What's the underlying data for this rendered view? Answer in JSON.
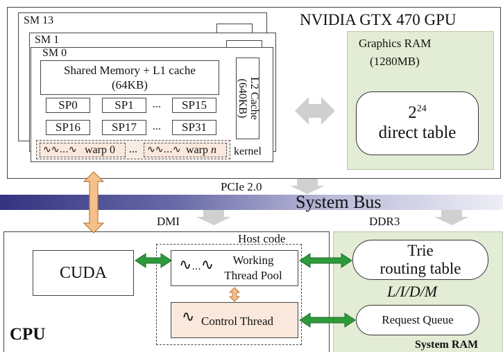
{
  "gpu": {
    "title": "NVIDIA GTX 470 GPU",
    "sm_back": "SM 13",
    "sm_mid": "SM 1",
    "sm_front": "SM 0",
    "shared_memory": "Shared Memory + L1 cache",
    "shared_memory_size": "(64KB)",
    "l2_cache": "L2 Cache",
    "l2_cache_size": "(640KB)",
    "sp_row1": [
      "SP0",
      "SP1",
      "...",
      "SP15"
    ],
    "sp_row2": [
      "SP16",
      "SP17",
      "...",
      "SP31"
    ],
    "warp0_label": "warp 0",
    "warpn_label": "warp",
    "warpn_suffix": "n",
    "warp_ellipsis": "...",
    "kernel_label": "kernel",
    "graphics_ram_title": "Graphics RAM",
    "graphics_ram_size": "(1280MB)",
    "direct_table_base": "2",
    "direct_table_exp": "24",
    "direct_table_label": "direct table"
  },
  "bus": {
    "system_bus": "System Bus",
    "pcie": "PCIe 2.0",
    "dmi": "DMI",
    "ddr3": "DDR3"
  },
  "cpu": {
    "label": "CPU",
    "cuda": "CUDA",
    "host_code": "Host code",
    "working_pool_line1": "Working",
    "working_pool_line2": "Thread Pool",
    "control_thread": "Control Thread"
  },
  "ram": {
    "trie_line1": "Trie",
    "trie_line2": "routing table",
    "lidm": "L/I/D/M",
    "request_queue": "Request Queue",
    "system_ram": "System RAM"
  },
  "colors": {
    "bus_dark": "#3d3d8a",
    "bus_light": "#e8e8f4",
    "orange_arrow": "#f5c08a",
    "green_arrow": "#2e9a3a",
    "ram_panel": "#e3ecd4",
    "control_fill": "#fbe8dc",
    "gray_arrow": "#c8c8c8"
  }
}
